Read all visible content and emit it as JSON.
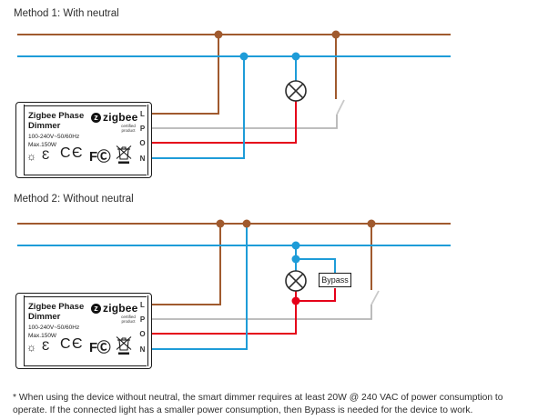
{
  "colors": {
    "live": "#A05A2E",
    "neutral": "#1E9CD8",
    "load": "#E50019",
    "switch_wire": "#B5B5B5",
    "blade": "#C9C9C9",
    "symbol": "#2B2B2B"
  },
  "method1": {
    "title": "Method 1: With neutral"
  },
  "method2": {
    "title": "Method 2: Without neutral",
    "bypass_label": "Bypass"
  },
  "device": {
    "name_line1": "Zigbee Phase",
    "name_line2": "Dimmer",
    "brand": "zigbee",
    "brand_letter": "z",
    "brand_sub1": "certified",
    "brand_sub2": "product",
    "spec_line1": "100-240V~50/60Hz",
    "spec_line2": "Max.150W",
    "terminals": [
      "L",
      "P",
      "O",
      "N"
    ],
    "icons": {
      "bulb": "☼",
      "dim": "Ɛ",
      "ce": "CЄ",
      "fcc": "FⒸ"
    }
  },
  "footnote": {
    "line1": "* When using the device without neutral, the smart dimmer requires at least 20W @ 240 VAC of power consumption to",
    "line2": "operate. If the connected light has a smaller power consumption, then Bypass is needed for the device to work."
  }
}
